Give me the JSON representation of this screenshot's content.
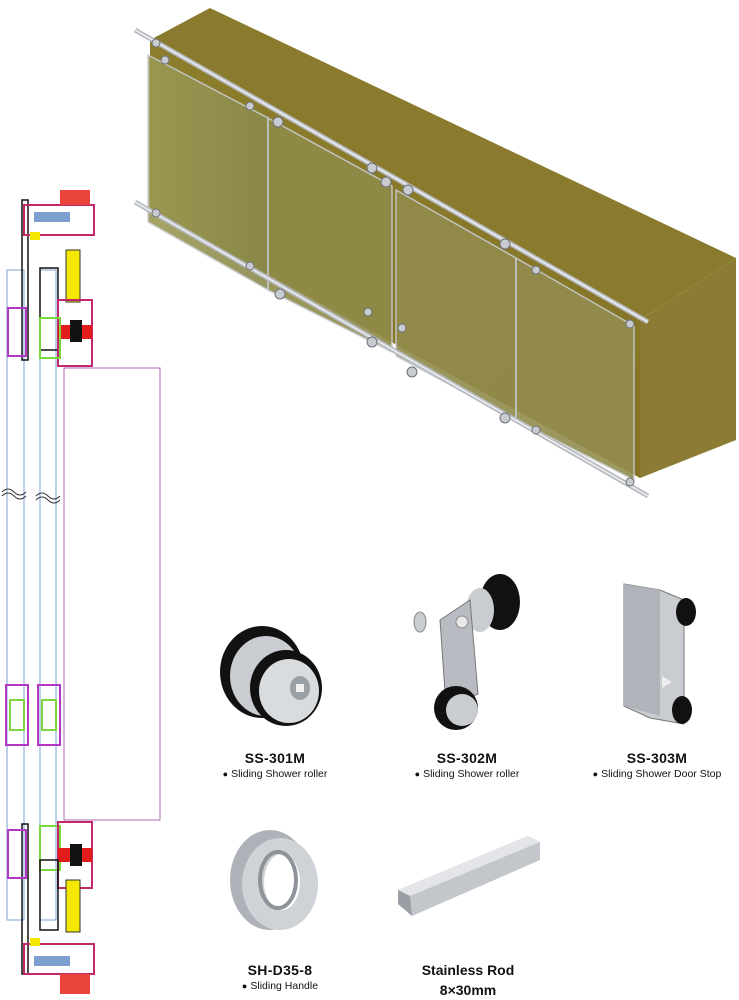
{
  "products": [
    {
      "code": "SS-301M",
      "description": "Sliding Shower roller"
    },
    {
      "code": "SS-302M",
      "description": "Sliding Shower roller"
    },
    {
      "code": "SS-303M",
      "description": "Sliding Shower Door Stop"
    },
    {
      "code": "SH-D35-8",
      "description": "Sliding Handle"
    }
  ],
  "rod": {
    "title": "Stainless Rod",
    "size": "8×30mm"
  },
  "colors": {
    "box": "#8a7a2a",
    "glass": "#8e8c4a",
    "metal": "#b8bcc2",
    "rubber": "#111111"
  }
}
